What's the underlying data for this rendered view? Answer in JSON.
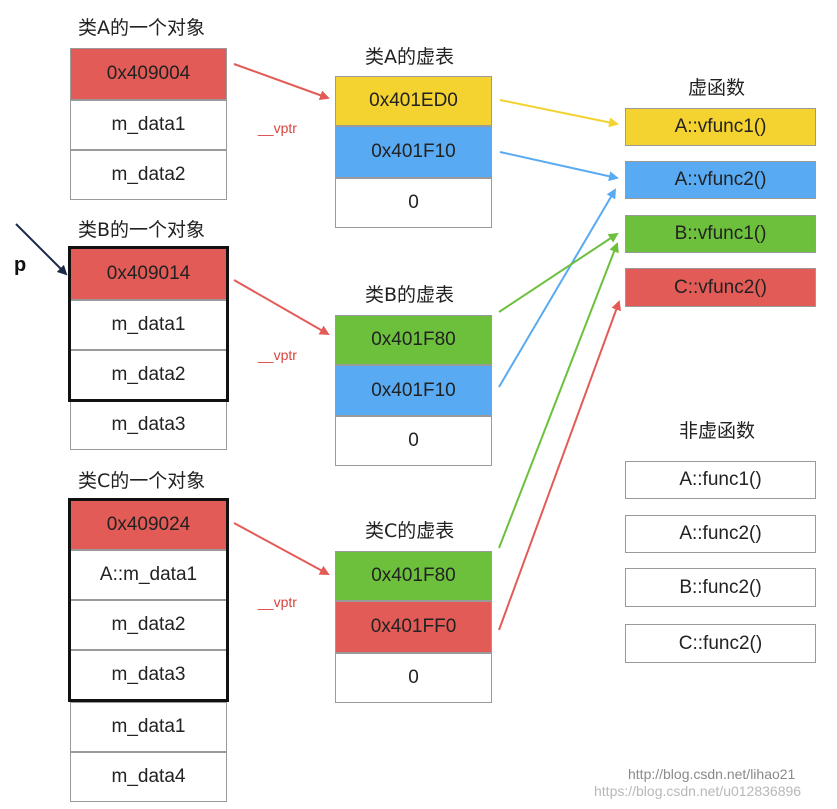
{
  "objects": {
    "a": {
      "title": "类A的一个对象",
      "cells": [
        "0x409004",
        "m_data1",
        "m_data2"
      ]
    },
    "b": {
      "title": "类B的一个对象",
      "cells": [
        "0x409014",
        "m_data1",
        "m_data2",
        "m_data3"
      ]
    },
    "c": {
      "title": "类C的一个对象",
      "cells": [
        "0x409024",
        "A::m_data1",
        "m_data2",
        "m_data3",
        "m_data1",
        "m_data4"
      ]
    }
  },
  "vtables": {
    "a": {
      "title": "类A的虚表",
      "cells": [
        "0x401ED0",
        "0x401F10",
        "0"
      ]
    },
    "b": {
      "title": "类B的虚表",
      "cells": [
        "0x401F80",
        "0x401F10",
        "0"
      ]
    },
    "c": {
      "title": "类C的虚表",
      "cells": [
        "0x401F80",
        "0x401FF0",
        "0"
      ]
    }
  },
  "vptr_label": "__vptr",
  "pointer_label": "p",
  "virtual_functions": {
    "title": "虚函数",
    "items": [
      "A::vfunc1()",
      "A::vfunc2()",
      "B::vfunc1()",
      "C::vfunc2()"
    ]
  },
  "nonvirtual_functions": {
    "title": "非虚函数",
    "items": [
      "A::func1()",
      "A::func2()",
      "B::func2()",
      "C::func2()"
    ]
  },
  "colors": {
    "red": "#e35b57",
    "yellow": "#f4d22f",
    "blue": "#58aaf2",
    "green": "#6cc03b"
  },
  "watermark": {
    "line1": "http://blog.csdn.net/lihao21",
    "line2": "https://blog.csdn.net/u012836896"
  }
}
